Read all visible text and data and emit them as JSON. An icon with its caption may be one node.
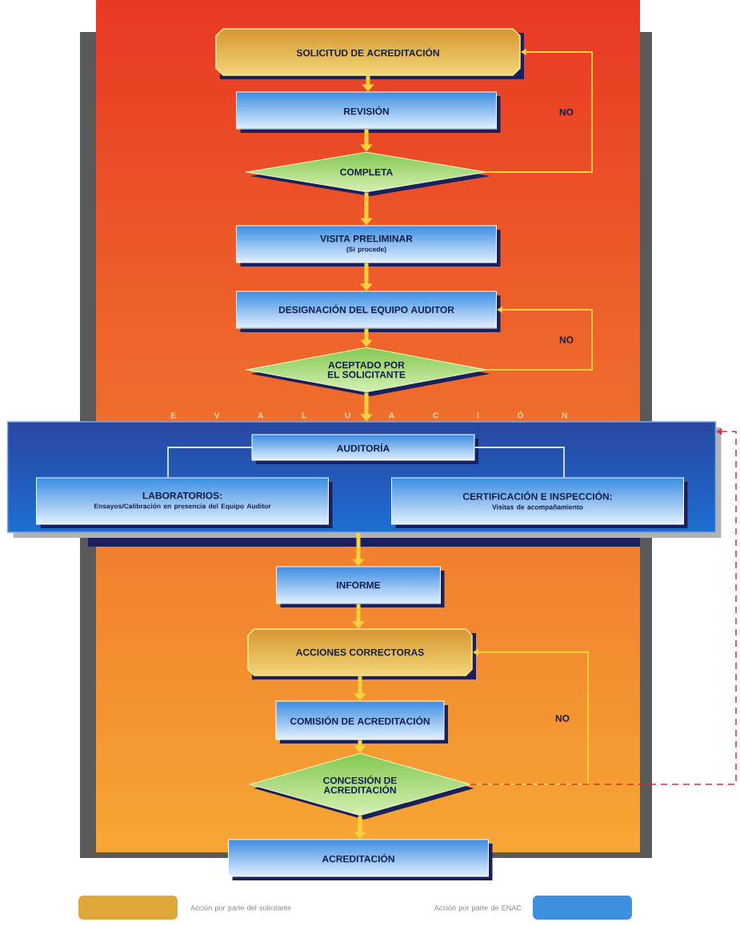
{
  "diagram": {
    "nodes": [
      {
        "text": [
          "SOLICITUD DE ACREDITACIÓN"
        ]
      },
      {
        "text": [
          "REVISIÓN"
        ]
      },
      {
        "text": [
          "COMPLETA"
        ]
      },
      {
        "text": [
          "VISITA PRELIMINAR",
          "(Si procede)"
        ]
      },
      {
        "text": [
          "DESIGNACIÓN DEL EQUIPO AUDITOR"
        ]
      },
      {
        "text": [
          "ACEPTADO POR EL SOLICITANTE"
        ]
      },
      {
        "text": [],
        "shape": "box"
      },
      {
        "text": [
          "AUDITORÍA"
        ],
        "in": 6
      },
      {
        "text": [
          "LABORATORIOS:",
          "Ensayos/Calibración en presencia del Equipo Auditor"
        ],
        "in": 6
      },
      {
        "text": [
          "CERTIFICACIÓN E INSPECCIÓN:",
          "Visitas de acompañamiento"
        ],
        "in": 6
      },
      {
        "text": [
          "INFORME"
        ]
      },
      {
        "text": [
          "ACCIONES CORRECTORAS"
        ]
      },
      {
        "text": [
          "COMISIÓN DE ACREDITACIÓN"
        ]
      },
      {
        "text": [
          "CONCESIÓN DE ACREDITACIÓN"
        ]
      },
      {
        "text": [
          "ACREDITACIÓN"
        ]
      }
    ],
    "edges": [
      {
        "from": 0,
        "to": 1,
        "arrow": "to"
      },
      {
        "from": 1,
        "to": 2,
        "arrow": "to"
      },
      {
        "from": 2,
        "to": 0,
        "arrow": "to",
        "label": "NO"
      },
      {
        "from": 2,
        "to": 3,
        "arrow": "to"
      },
      {
        "from": 3,
        "to": 4,
        "arrow": "to"
      },
      {
        "from": 4,
        "to": 5,
        "arrow": "to"
      },
      {
        "from": 5,
        "to": 4,
        "arrow": "to",
        "label": "NO"
      },
      {
        "from": 5,
        "to": 6,
        "arrow": "to"
      },
      {
        "from": 7,
        "to": 8,
        "arrow": "none",
        "color": "#d4ecb8"
      },
      {
        "from": 7,
        "to": 9,
        "arrow": "none",
        "color": "#d4ecb8"
      },
      {
        "from": 6,
        "to": 10,
        "arrow": "to"
      },
      {
        "from": 10,
        "to": 11,
        "arrow": "to"
      },
      {
        "from": 11,
        "to": 12,
        "arrow": "to"
      },
      {
        "from": 12,
        "to": 13,
        "arrow": "to"
      },
      {
        "from": 13,
        "to": 11,
        "arrow": "to",
        "label": "NO"
      },
      {
        "from": 13,
        "to": 14,
        "arrow": "to"
      },
      {
        "from": 13,
        "to": 6,
        "arrow": "to",
        "style": "dashed",
        "color": "#d93030"
      }
    ],
    "labels": [
      "E V A L U A C I Ó N"
    ],
    "legend": [
      {
        "text": "Acción por parte del solicitante",
        "color": "#e0a83a"
      },
      {
        "text": "Acción por parte de ENAC",
        "color": "#3f8fe0"
      }
    ]
  }
}
